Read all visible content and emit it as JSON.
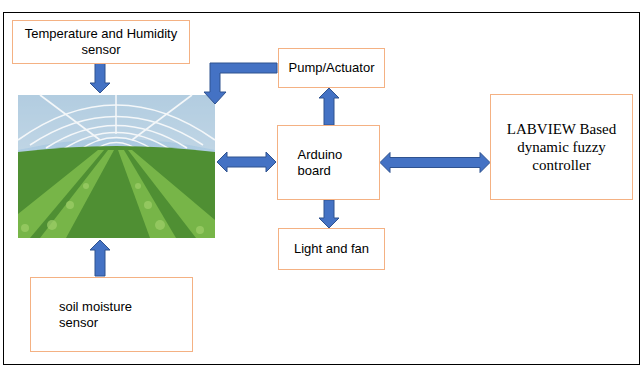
{
  "diagram": {
    "nodes": [
      {
        "text": [
          "Temperature and Humidity sensor"
        ]
      },
      {
        "text": [
          "Pump/Actuator"
        ]
      },
      {
        "text": [
          "Arduino board"
        ]
      },
      {
        "text": [
          "LABVIEW Based dynamic fuzzy controller"
        ]
      },
      {
        "text": [
          "Light and fan"
        ]
      },
      {
        "text": [
          "soil moisture sensor"
        ]
      }
    ],
    "edges": [
      {
        "from": 2,
        "to": 1,
        "arrow": "to"
      },
      {
        "from": 2,
        "to": 3,
        "arrow": "both"
      },
      {
        "from": 2,
        "to": 4,
        "arrow": "to"
      }
    ]
  }
}
